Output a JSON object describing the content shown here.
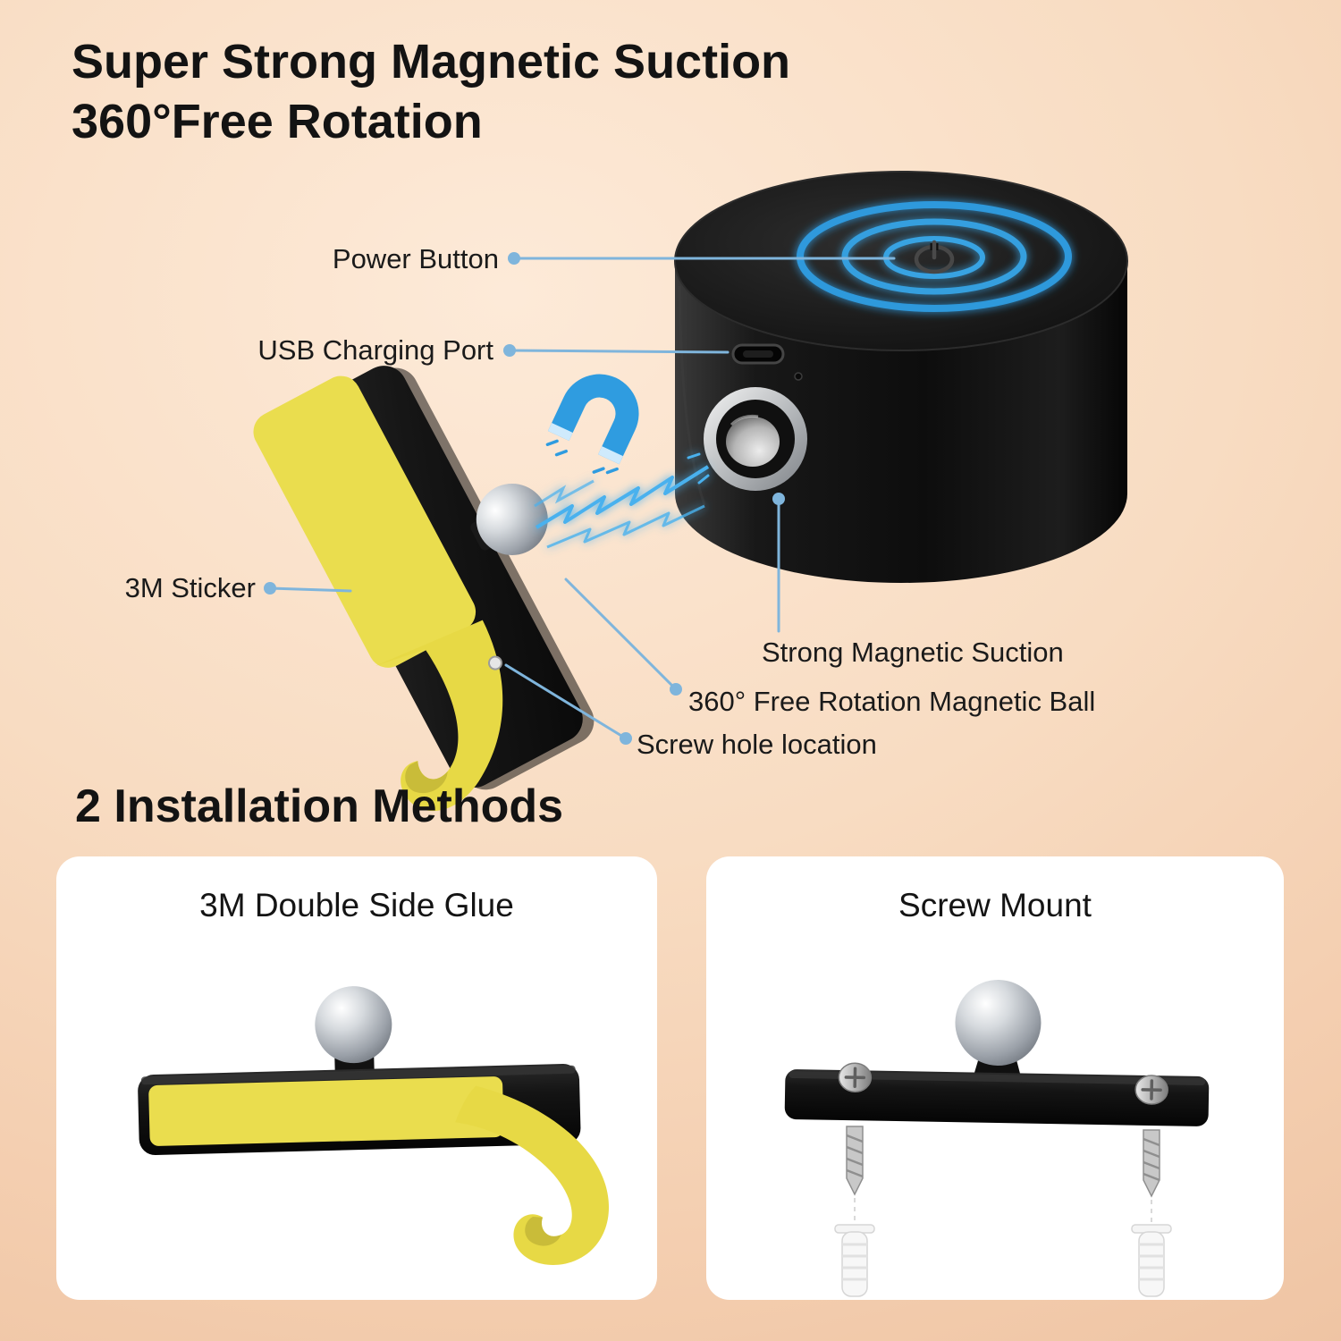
{
  "title": {
    "line1": "Super Strong Magnetic Suction",
    "line2": "360°Free Rotation"
  },
  "callouts": {
    "power_button": "Power Button",
    "usb_charging_port": "USB Charging Port",
    "sticker_3m": "3M Sticker",
    "strong_magnetic_suction": "Strong Magnetic Suction",
    "rotation_ball": "360° Free Rotation Magnetic Ball",
    "screw_hole": "Screw hole location"
  },
  "installation": {
    "heading": "2 Installation Methods",
    "methods": [
      {
        "label": "3M Double Side Glue"
      },
      {
        "label": "Screw Mount"
      }
    ]
  },
  "icons": {
    "power": "power-icon",
    "magnet": "magnet-icon",
    "lightning": "lightning-bolts-icon",
    "screw": "screw-icon",
    "wall_anchor": "wall-anchor-icon"
  },
  "colors": {
    "accent_blue": "#2f9ce0",
    "callout_line_blue": "#7fb5dc",
    "sticker_yellow": "#eadd4e",
    "device_black": "#141414",
    "card_white": "#ffffff",
    "background_peach": "#f6d7bd",
    "text_dark": "#141414"
  }
}
